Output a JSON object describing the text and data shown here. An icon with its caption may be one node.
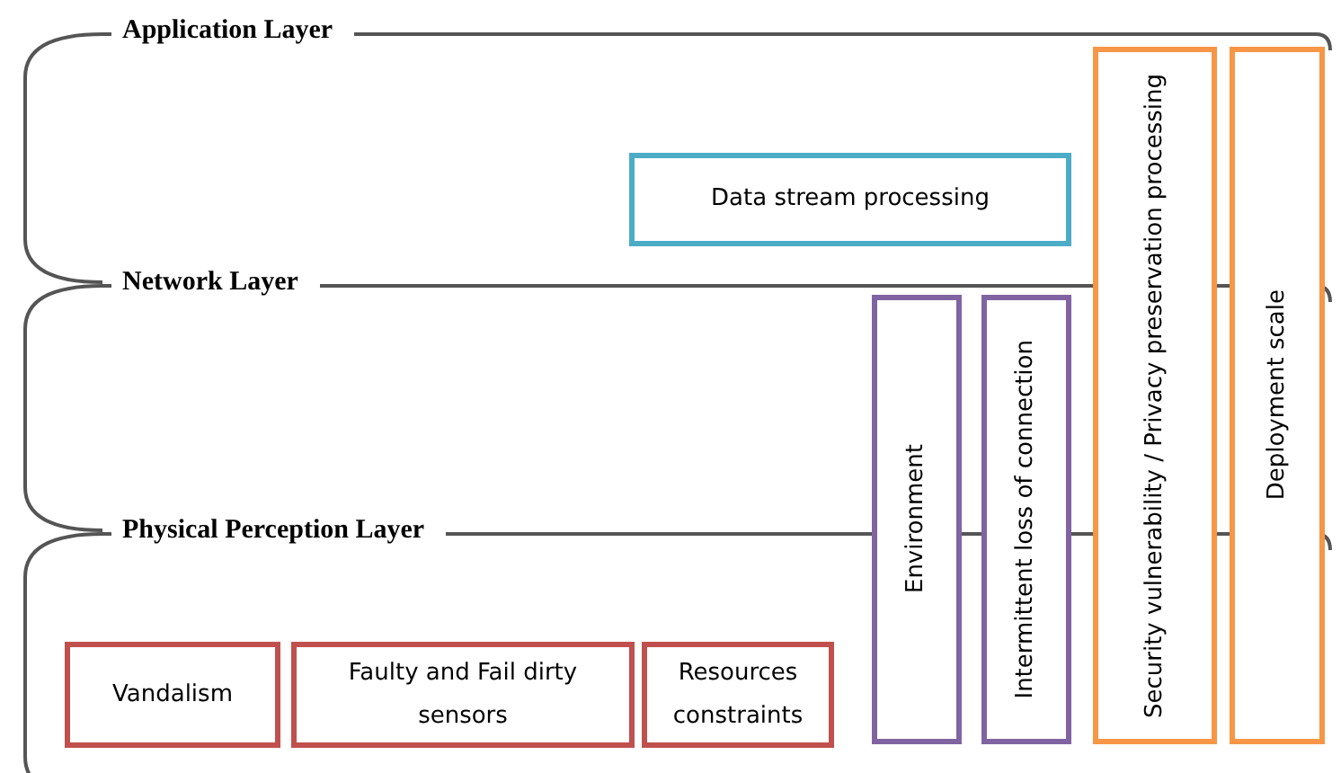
{
  "diagram": {
    "nodes": [
      {
        "text": [
          "Application Layer"
        ]
      },
      {
        "text": [
          "Data stream processing"
        ],
        "in": 0
      },
      {
        "text": [
          "Network Layer"
        ]
      },
      {
        "text": [
          "Physical Perception Layer"
        ]
      },
      {
        "text": [
          "Vandalism"
        ],
        "in": 3
      },
      {
        "text": [
          "Faulty and Fail dirty sensors"
        ],
        "in": 3
      },
      {
        "text": [
          "Resources constraints"
        ],
        "in": 3
      },
      {
        "text": [
          "Environment"
        ]
      },
      {
        "text": [
          "Intermittent loss of connection"
        ]
      },
      {
        "text": [
          "Security vulnerability / Privacy preservation processing"
        ]
      },
      {
        "text": [
          "Deployment scale"
        ]
      }
    ]
  }
}
